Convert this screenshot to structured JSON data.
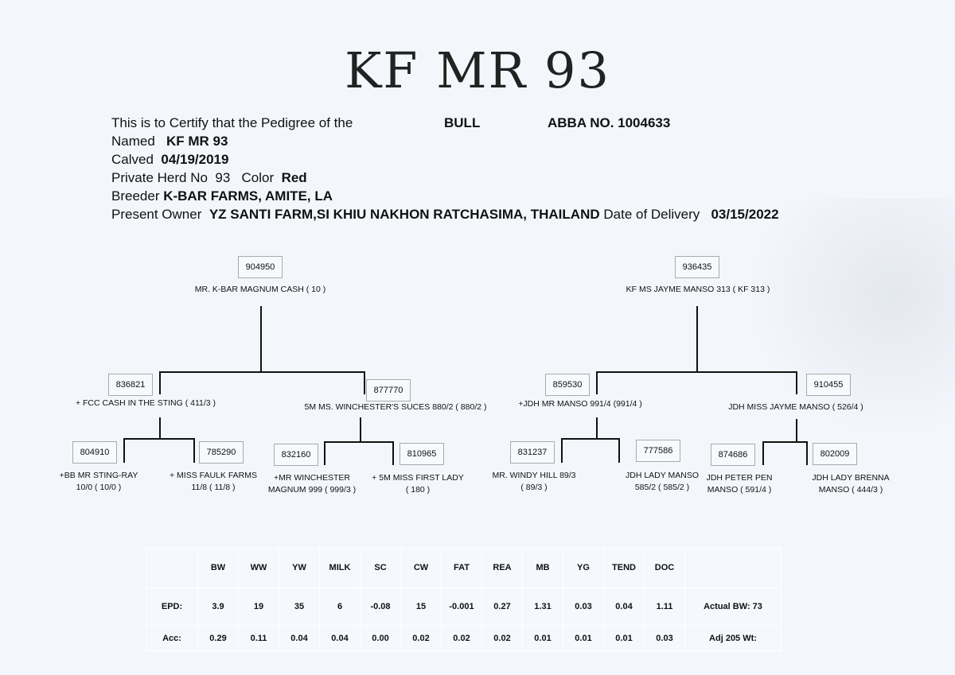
{
  "title": "KF MR 93",
  "certificate": {
    "intro": "This is to Certify that the Pedigree of the",
    "sex": "BULL",
    "abba": "ABBA NO. 1004633",
    "named_label": "Named",
    "named": "KF MR 93",
    "calved_label": "Calved",
    "calved": "04/19/2019",
    "herd_label": "Private Herd No",
    "herd": "93",
    "color_label": "Color",
    "color": "Red",
    "breeder_label": "Breeder",
    "breeder": "K-BAR FARMS, AMITE, LA",
    "owner_label": "Present Owner",
    "owner": "YZ SANTI FARM,SI KHIU NAKHON RATCHASIMA, THAILAND",
    "delivery_label": "Date of Delivery",
    "delivery": "03/15/2022"
  },
  "pedigree": [
    {
      "id": "904950",
      "name": [
        "MR. K-BAR MAGNUM CASH ( 10 )"
      ]
    },
    {
      "id": "836821",
      "name": [
        "+ FCC CASH IN THE STING ( 411/3 )"
      ]
    },
    {
      "id": "877770",
      "name": [
        "5M MS. WINCHESTER'S SUCES 880/2 ( 880/2 )"
      ]
    },
    {
      "id": "804910",
      "name": [
        "+BB MR STING-RAY",
        "10/0 ( 10/0 )"
      ]
    },
    {
      "id": "785290",
      "name": [
        "+ MISS  FAULK FARMS",
        "11/8 ( 11/8 )"
      ]
    },
    {
      "id": "832160",
      "name": [
        "+MR WINCHESTER",
        "MAGNUM 999 ( 999/3 )"
      ]
    },
    {
      "id": "810965",
      "name": [
        "+ 5M MISS FIRST LADY",
        "( 180 )"
      ]
    },
    {
      "id": "936435",
      "name": [
        "KF MS  JAYME MANSO 313 ( KF 313 )"
      ]
    },
    {
      "id": "859530",
      "name": [
        "+JDH MR  MANSO 991/4 (991/4 )"
      ]
    },
    {
      "id": "910455",
      "name": [
        "JDH MISS JAYME MANSO ( 526/4 )"
      ]
    },
    {
      "id": "831237",
      "name": [
        "MR. WINDY HILL 89/3",
        "( 89/3 )"
      ]
    },
    {
      "id": "777586",
      "name": [
        "JDH LADY  MANSO",
        "585/2 ( 585/2 )"
      ]
    },
    {
      "id": "874686",
      "name": [
        "JDH PETER PEN",
        "MANSO  ( 591/4 )"
      ]
    },
    {
      "id": "802009",
      "name": [
        "JDH LADY BRENNA",
        "MANSO ( 444/3 )"
      ]
    }
  ],
  "epd_table": {
    "headers": [
      "BW",
      "WW",
      "YW",
      "MILK",
      "SC",
      "CW",
      "FAT",
      "REA",
      "MB",
      "YG",
      "TEND",
      "DOC"
    ],
    "rows": [
      {
        "label": "EPD:",
        "values": [
          "3.9",
          "19",
          "35",
          "6",
          "-0.08",
          "15",
          "-0.001",
          "0.27",
          "1.31",
          "0.03",
          "0.04",
          "1.11"
        ],
        "extra": "Actual BW: 73"
      },
      {
        "label": "Acc:",
        "values": [
          "0.29",
          "0.11",
          "0.04",
          "0.04",
          "0.00",
          "0.02",
          "0.02",
          "0.02",
          "0.01",
          "0.01",
          "0.01",
          "0.03"
        ],
        "extra": "Adj 205 Wt:"
      }
    ]
  }
}
